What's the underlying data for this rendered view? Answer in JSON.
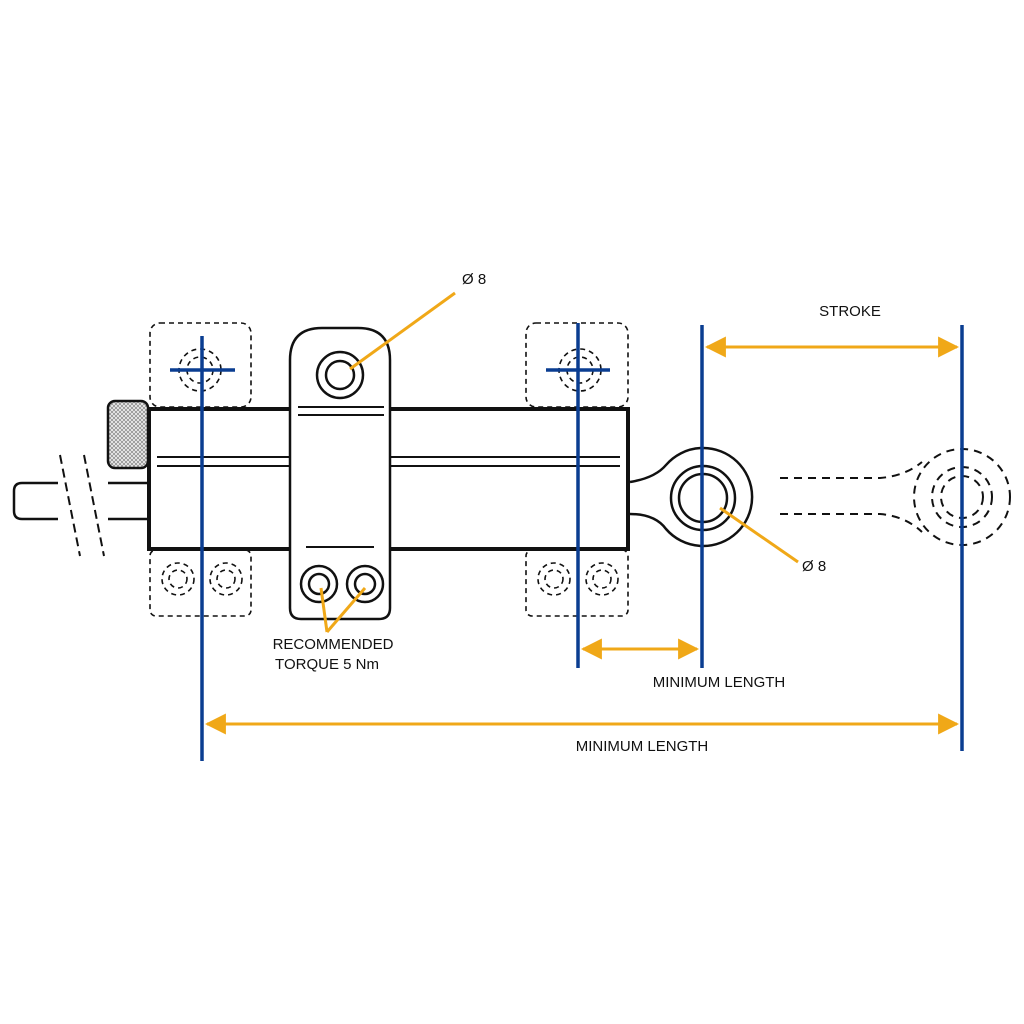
{
  "labels": {
    "diameter_top": "Ø 8",
    "diameter_eye": "Ø 8",
    "torque_line1": "RECOMMENDED",
    "torque_line2": "TORQUE 5 Nm",
    "stroke": "STROKE",
    "min_length_short": "MINIMUM LENGTH",
    "min_length_long": "MINIMUM LENGTH"
  },
  "colors": {
    "outline": "#111111",
    "reference_line": "#0a3d91",
    "dimension": "#f0a818",
    "knurl": "#9a9a9a"
  }
}
